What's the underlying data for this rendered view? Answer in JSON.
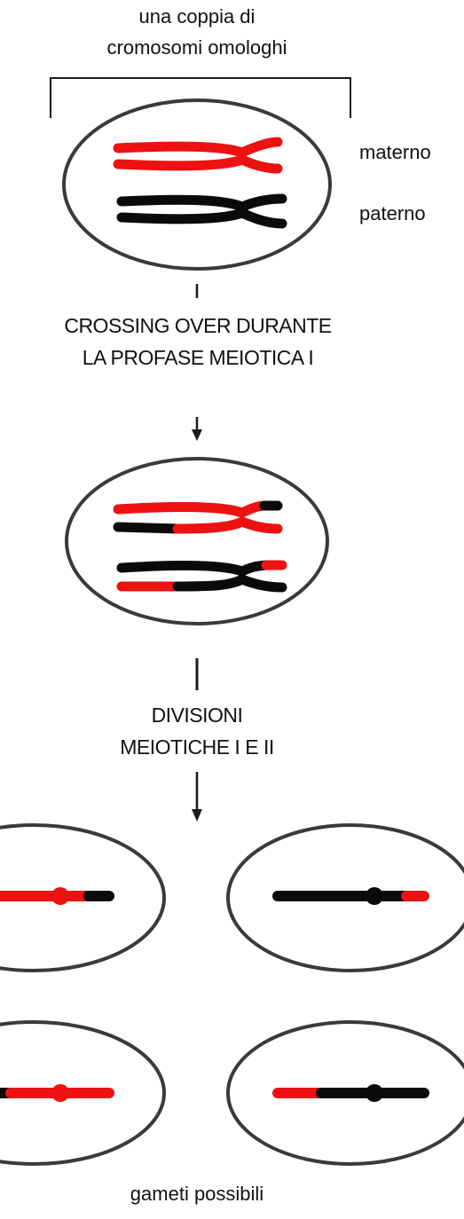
{
  "header": {
    "line1": "una coppia di",
    "line2": "cromosomi omologhi"
  },
  "labels": {
    "maternal": "materno",
    "paternal": "paterno"
  },
  "step1": {
    "line1": "CROSSING OVER DURANTE",
    "line2": "LA PROFASE MEIOTICA I"
  },
  "step2": {
    "line1": "DIVISIONI",
    "line2": "MEIOTICHE I E II"
  },
  "footer": {
    "caption": "gameti possibili"
  },
  "colors": {
    "maternal": "#ee1111",
    "paternal": "#0a0a0a",
    "cell_outline": "#3a3a3a"
  }
}
